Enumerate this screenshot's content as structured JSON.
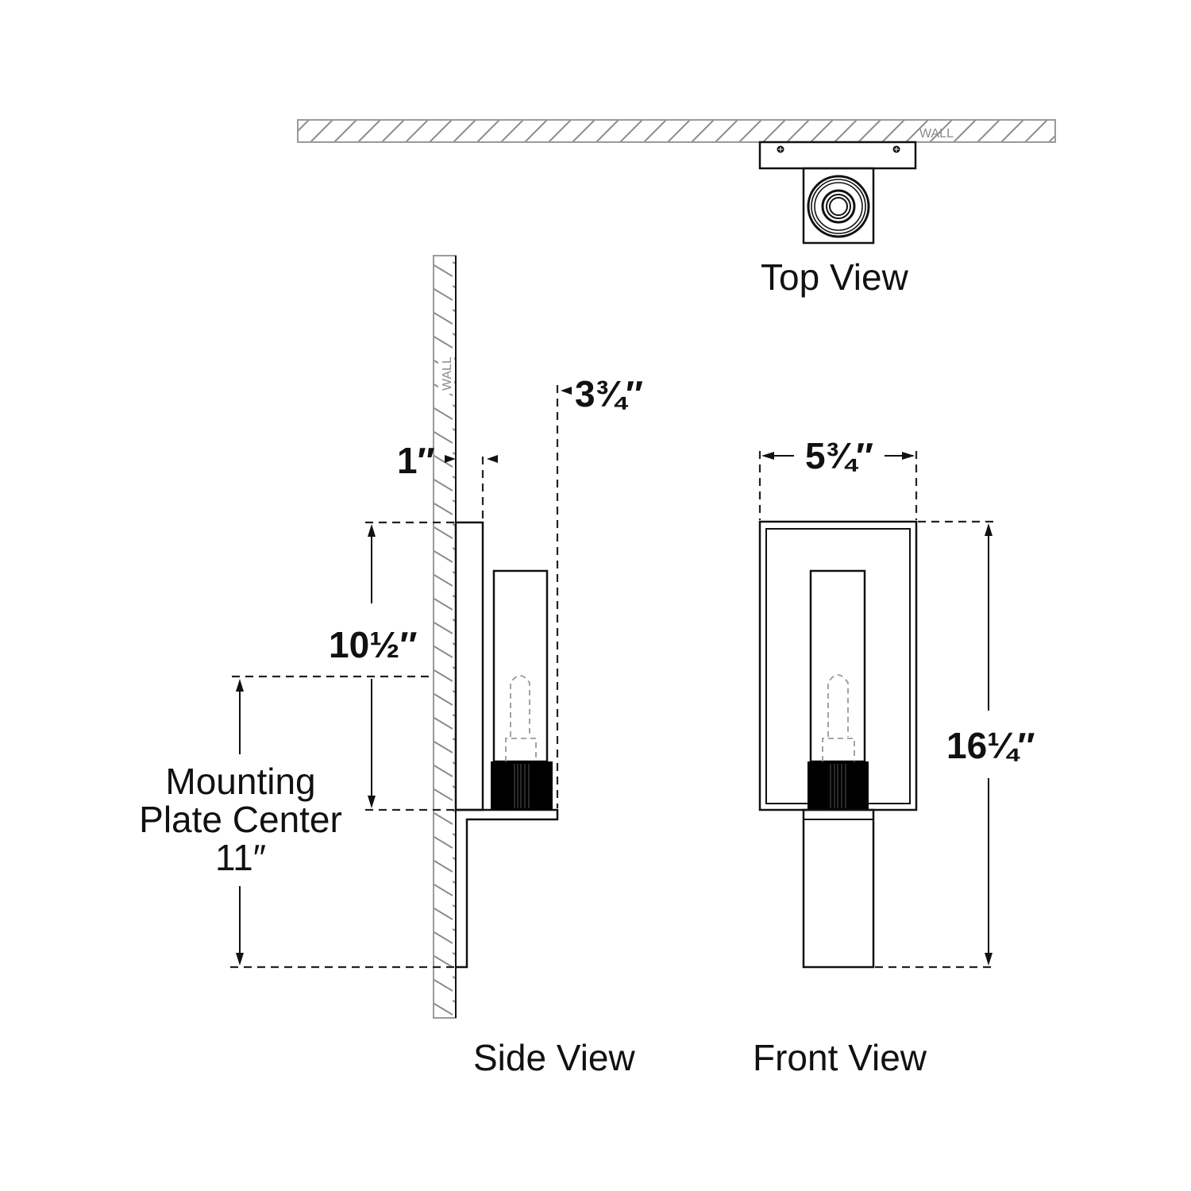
{
  "diagram": {
    "subject": "wall sconce dimension drawing",
    "views": {
      "top": {
        "label": "Top View",
        "wall_label": "WALL"
      },
      "side": {
        "label": "Side View",
        "wall_label": "WALL"
      },
      "front": {
        "label": "Front View"
      }
    },
    "dimensions": {
      "backplate_depth": "1″",
      "overall_extension": "3¾″",
      "overall_width": "5¾″",
      "overall_height": "16¼″",
      "top_to_mounting_center": "10½″",
      "mounting_plate_center": {
        "line1": "Mounting",
        "line2": "Plate Center",
        "value": "11″"
      }
    },
    "colors": {
      "line": "#111111",
      "wall_hatch": "#9a9a9a",
      "bulb_hidden_line": "#999999",
      "socket_fill": "#000000",
      "background": "#ffffff"
    }
  }
}
